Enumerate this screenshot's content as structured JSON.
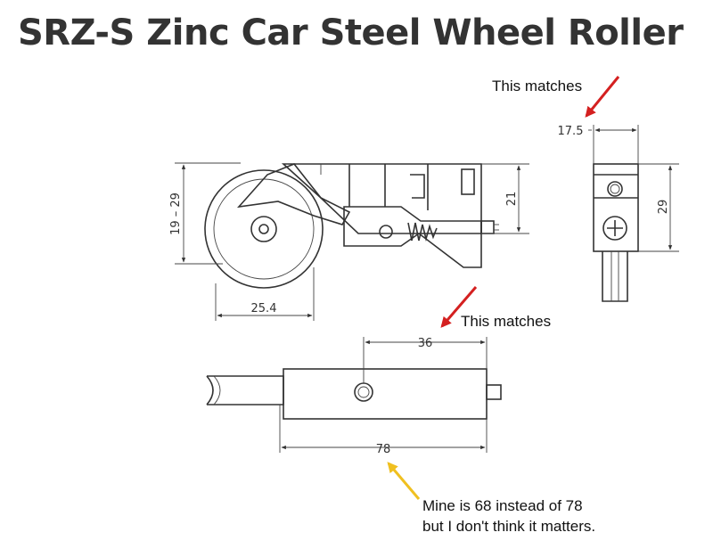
{
  "title": "SRZ-S Zinc Car Steel Wheel Roller",
  "dimensions": {
    "height_range": "19 – 29",
    "wheel_offset": "25.4",
    "body_height": "21",
    "width": "17.5",
    "side_height": "29",
    "center_offset": "36",
    "total_length": "78"
  },
  "annotations": {
    "top_right": "This matches",
    "middle": "This matches",
    "bottom_line1": "Mine is 68 instead of 78",
    "bottom_line2": "but I don't think it matters."
  },
  "colors": {
    "red_arrow": "#d42020",
    "yellow_arrow": "#f0c020",
    "title": "#333333"
  }
}
